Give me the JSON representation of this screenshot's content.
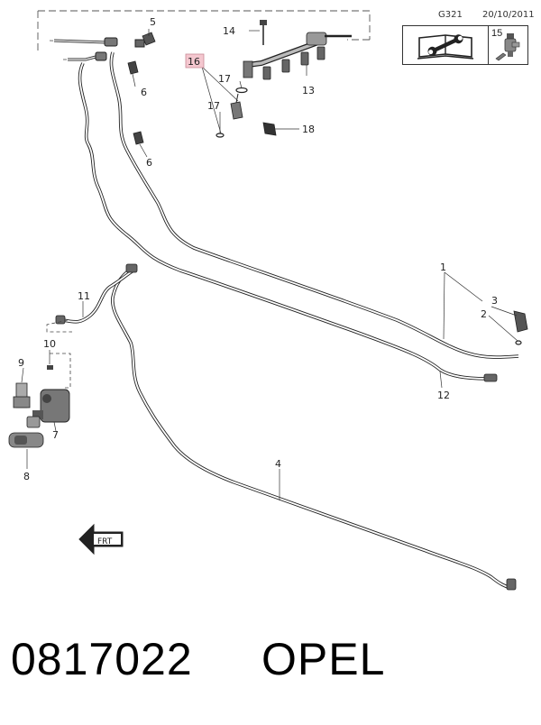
{
  "header": {
    "code": "G321",
    "date": "20/10/2011"
  },
  "icon_box": {
    "manual_icon": "repair-manual-icon",
    "part_number": "15",
    "part_icon": "fuel-pressure-sensor-icon"
  },
  "callouts": {
    "c1": "1",
    "c2": "2",
    "c3": "3",
    "c4": "4",
    "c5": "5",
    "c6a": "6",
    "c6b": "6",
    "c7": "7",
    "c8": "8",
    "c9": "9",
    "c10": "10",
    "c11": "11",
    "c12": "12",
    "c13": "13",
    "c14": "14",
    "c16": "16",
    "c17a": "17",
    "c17b": "17",
    "c18": "18"
  },
  "highlight_color": "#f4c7cf",
  "arrow_label": "FRT",
  "footer": {
    "part_number": "0817022",
    "brand": "OPEL"
  }
}
